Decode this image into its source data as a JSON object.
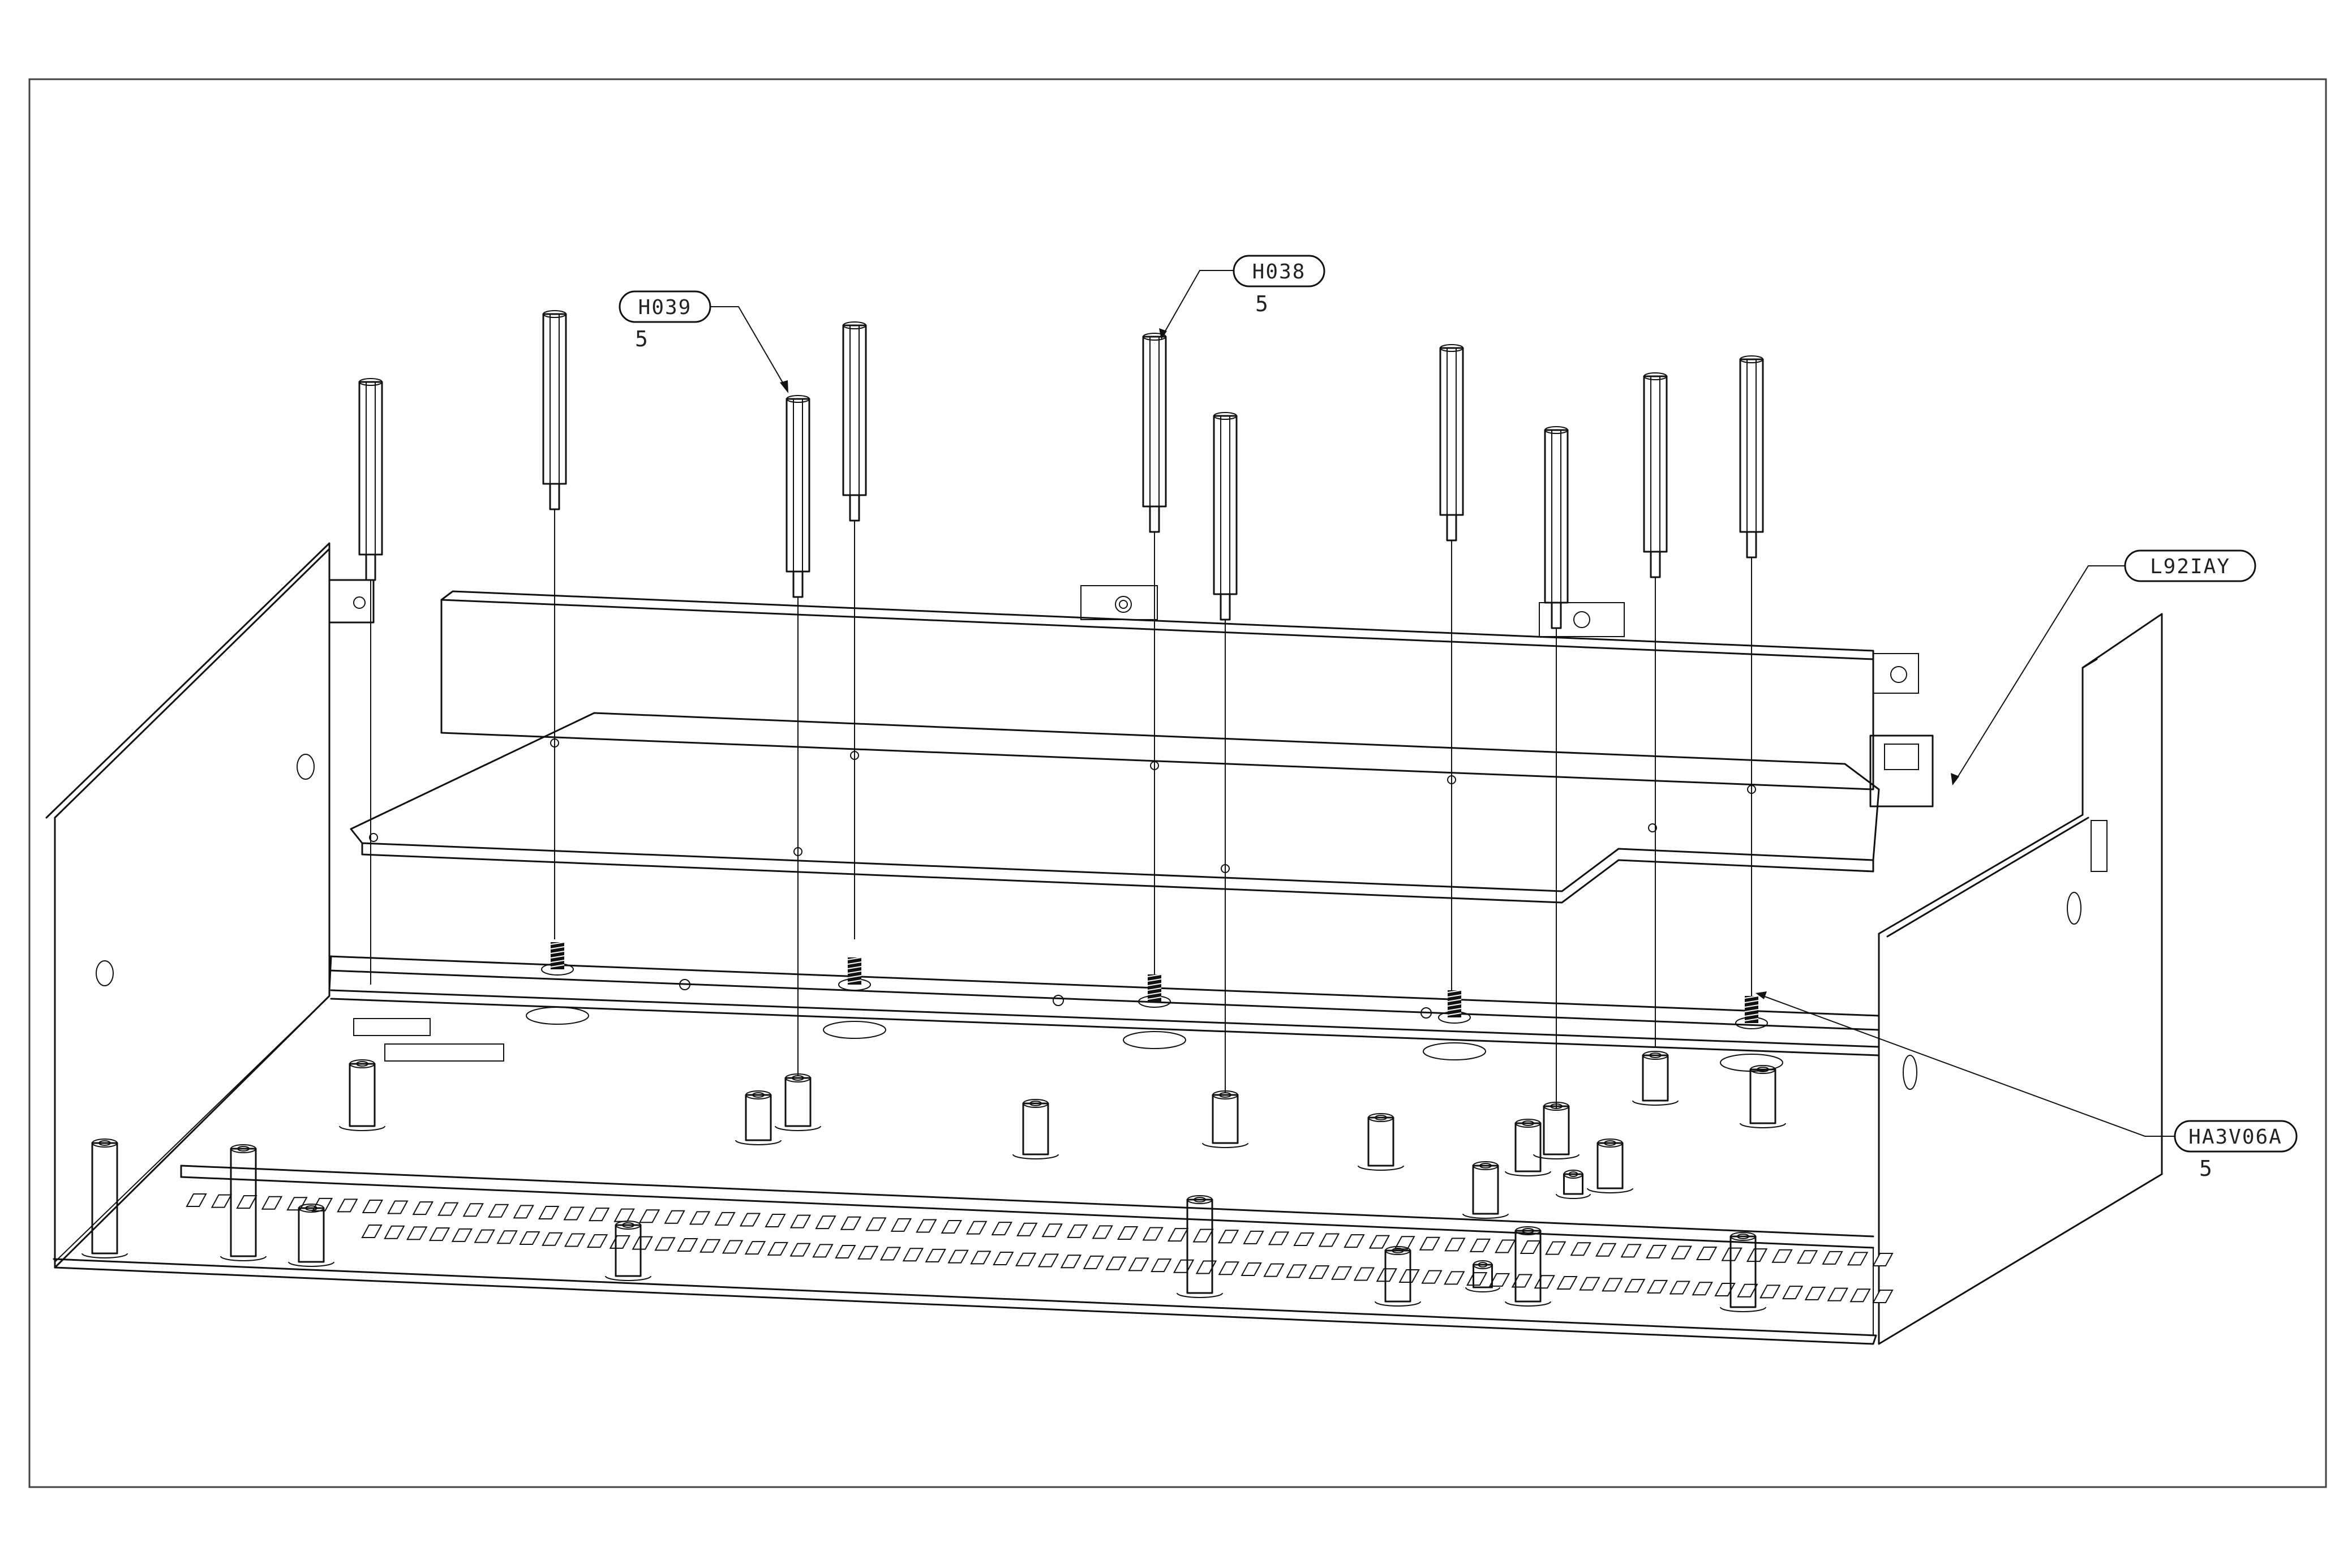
{
  "callouts": [
    {
      "id": "h039",
      "part": "H039",
      "qty": "5"
    },
    {
      "id": "h038",
      "part": "H038",
      "qty": "5"
    },
    {
      "id": "l92iay",
      "part": "L92IAY",
      "qty": ""
    },
    {
      "id": "ha3v06a",
      "part": "HA3V06A",
      "qty": "5"
    }
  ]
}
